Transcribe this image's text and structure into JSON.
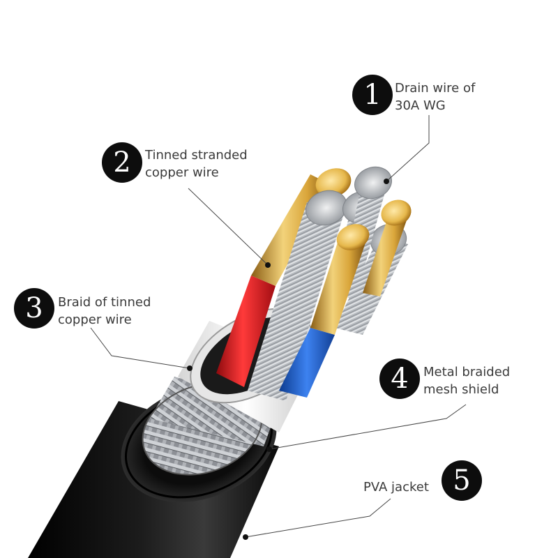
{
  "callouts": [
    {
      "number": "1",
      "line1": "Drain wire of",
      "line2": "30A WG"
    },
    {
      "number": "2",
      "line1": "Tinned stranded",
      "line2": "copper wire"
    },
    {
      "number": "3",
      "line1": "Braid of tinned",
      "line2": "copper wire"
    },
    {
      "number": "4",
      "line1": "Metal braided",
      "line2": "mesh shield"
    },
    {
      "number": "5",
      "line1": "PVA jacket",
      "line2": ""
    }
  ],
  "colors": {
    "badge": "#0d0d0d",
    "label_text": "#3a3a3a",
    "jacket": "#111111",
    "red_insulation": "#d8141b",
    "blue_insulation": "#1f5fd0",
    "gold_conductor": "#d9a53a",
    "silver_strand": "#c9ccd0"
  },
  "icons": [
    "cable-cross-section-illustration",
    "leader-line-dot"
  ]
}
